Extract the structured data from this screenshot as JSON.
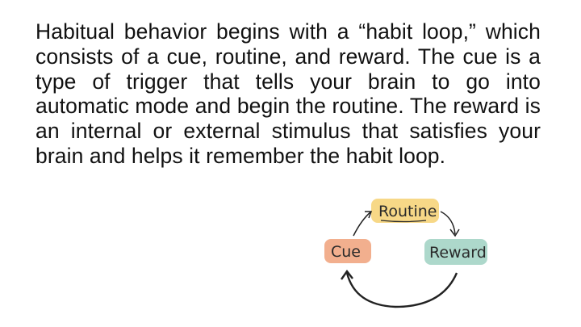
{
  "body_text": "Habitual behavior begins with a “habit loop,” which consists of a cue, routine, and reward. The cue is a type of trigger that tells your brain to go into automatic mode and begin the routine. The reward is an internal or external stimulus that satisfies your brain and helps it remember the habit loop.",
  "habit_loop": {
    "routine_label": "Routine",
    "cue_label": "Cue",
    "reward_label": "Reward",
    "colors": {
      "routine": "#f6d47a",
      "cue": "#f1ab88",
      "reward": "#a9d6c8",
      "arrows": "#222222"
    }
  }
}
